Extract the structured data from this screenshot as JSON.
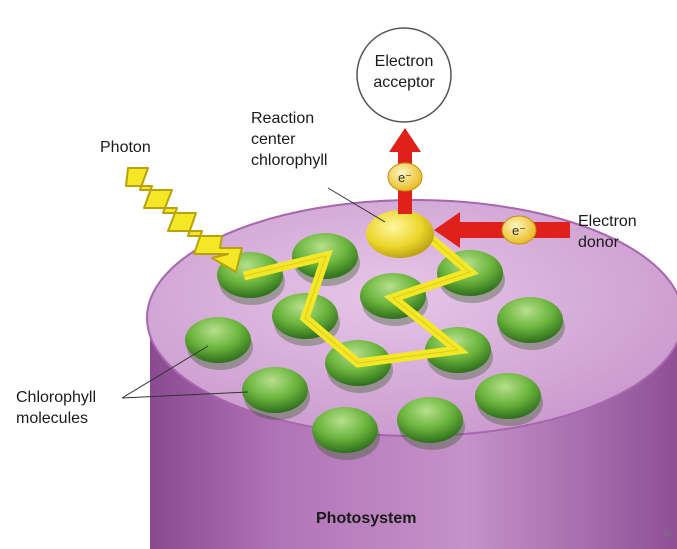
{
  "labels": {
    "photon": "Photon",
    "reaction_center": [
      "Reaction",
      "center",
      "chlorophyll"
    ],
    "electron_acceptor": [
      "Electron",
      "acceptor"
    ],
    "electron_donor": [
      "Electron",
      "donor"
    ],
    "chlorophyll_molecules": [
      "Chlorophyll",
      "molecules"
    ],
    "photosystem": "Photosystem",
    "electron_symbol": "e⁻"
  },
  "colors": {
    "cylinder_side": "#b274b8",
    "cylinder_top": "#d9b2dc",
    "chlorophyll_green": "#6ab43c",
    "reaction_center_yellow": "#ecd52a",
    "photon_path_yellow": "#f3e726",
    "arrow_red": "#e0211b"
  },
  "copyright": "©"
}
